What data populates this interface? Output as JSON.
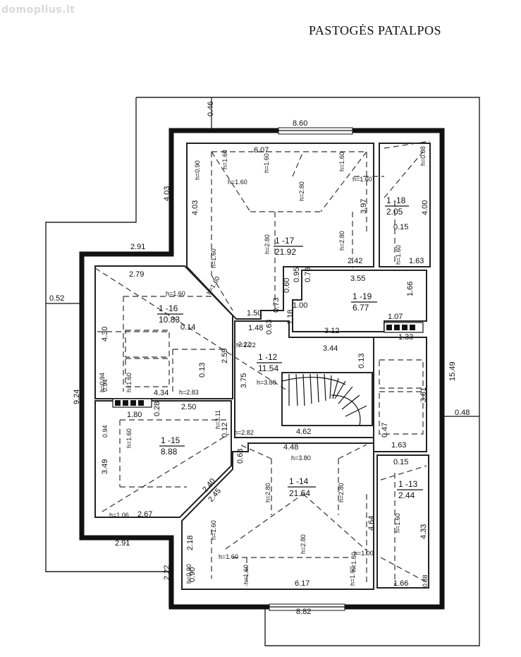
{
  "watermark": "domoplius.lt",
  "title": "PASTOGĖS PATALPOS",
  "rooms": [
    {
      "id": "1 -17",
      "area": "21.92"
    },
    {
      "id": "1 -18",
      "area": "2.05"
    },
    {
      "id": "1 -16",
      "area": "10.83"
    },
    {
      "id": "1 -19",
      "area": "6.77"
    },
    {
      "id": "1 -12",
      "area": "11.54"
    },
    {
      "id": "1 -15",
      "area": "8.88"
    },
    {
      "id": "1 -14",
      "area": "21.64"
    },
    {
      "id": "1 -13",
      "area": "2.44"
    }
  ],
  "dims": {
    "d_046": "0.46",
    "d_860": "8.60",
    "d_403a": "4.03",
    "d_291a": "2.91",
    "d_052": "0.52",
    "d_924": "9.24",
    "d_291b": "2.91",
    "d_222": "2.22",
    "d_882": "8.82",
    "d_1549": "15.49",
    "d_048": "0.48",
    "d_607": "6.07",
    "d_403b": "4.03",
    "d_397": "3.97",
    "d_400": "4.00",
    "d_015a": "0.15",
    "d_163a": "1.63",
    "d_242": "2.42",
    "d_279": "2.79",
    "d_355": "3.55",
    "d_095": "0.95",
    "d_078": "0.78",
    "d_166a": "1.66",
    "d_060": "0.60",
    "d_100": "1.00",
    "d_073": "0.73",
    "d_150": "1.50",
    "d_148": "1.48",
    "d_118": "1.18",
    "d_107": "1.07",
    "d_133": "1.33",
    "d_312": "3.12",
    "d_344": "3.44",
    "d_014": "0.14",
    "d_430a": "4.30",
    "d_222b": "2.22",
    "d_259": "2.59",
    "d_013a": "0.13",
    "d_013b": "0.13",
    "d_375": "3.75",
    "d_094a": "0.94",
    "d_434": "4.34",
    "d_381": "3.81",
    "d_028": "0.28",
    "d_250": "2.50",
    "d_180": "1.80",
    "d_094b": "0.94",
    "d_349": "3.49",
    "d_012": "0.12",
    "d_462": "4.62",
    "d_047": "0.47",
    "d_163b": "1.63",
    "d_068": "0.68",
    "d_448": "4.48",
    "d_015b": "0.15",
    "d_240": "2.40",
    "d_245": "2.45",
    "d_267": "2.67",
    "d_218": "2.18",
    "d_090b": "0.90",
    "d_464": "4.64",
    "d_433": "4.33",
    "d_617": "6.17",
    "d_166b": "1.66",
    "d_088b": "0.88",
    "d_063": "0.63"
  },
  "heights": {
    "h160_a": "h=1.60",
    "h090_a": "h=0.90",
    "h160_b": "h=1.60",
    "h160_c": "h=1.60",
    "h160_d": "h=1.60",
    "h280_a": "h=2.80",
    "h160_e": "h=1.60",
    "h088_a": "h=0.88",
    "h160_f": "h=1.60",
    "h280_b": "h=2.80",
    "h280_c": "h=2.80",
    "h160_g": "h=1.60",
    "h160_h": "h=1.60",
    "h160_i": "h=1.60",
    "h222": "h=2.22",
    "h094": "h=0.94",
    "h160_j": "h=1.60",
    "h283": "h=2.83",
    "h380_a": "h=3.80",
    "h311": "h=3.11",
    "h282": "h=2.82",
    "h160_k": "h=1.60",
    "h380_b": "h=3.80",
    "h280_d": "h=2.80",
    "h280_e": "h=2.80",
    "h106": "h=1.06",
    "h160_l": "h=1.60",
    "h280_f": "h=2.80",
    "h160_m": "h=1.60",
    "h100": "h=1.00",
    "h160_n": "h=1.60",
    "h160_o": "h=1.60",
    "h160_p": "h=1.60",
    "h090_b": "h=0.90",
    "h160_q": "h=1.60"
  }
}
